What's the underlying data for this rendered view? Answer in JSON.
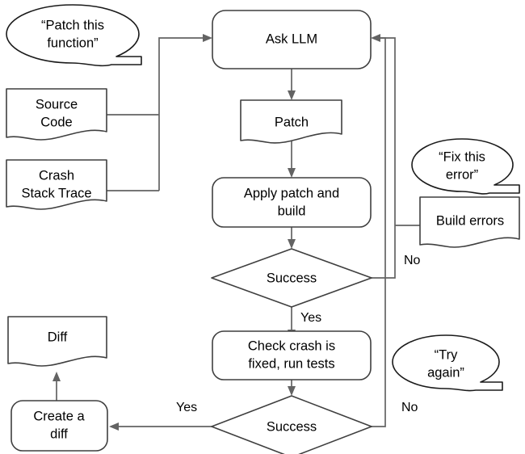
{
  "diagram": {
    "title": "LLM crash-fix patch loop flowchart",
    "colors": {
      "background": "#ffffff",
      "shape_stroke": "#3f3f3f",
      "bubble_stroke": "#1a1a1a",
      "connector_stroke": "#636363",
      "text": "#000000"
    },
    "bubbles": [
      {
        "id": "patch-this-function",
        "lines": [
          "“Patch this",
          "function”"
        ]
      },
      {
        "id": "fix-this-error",
        "lines": [
          "“Fix this",
          "error”"
        ]
      },
      {
        "id": "try-again",
        "lines": [
          "“Try",
          "again”"
        ]
      }
    ],
    "documents": [
      {
        "id": "source-code",
        "lines": [
          "Source",
          "Code"
        ]
      },
      {
        "id": "crash-stack-trace",
        "lines": [
          "Crash",
          "Stack Trace"
        ]
      },
      {
        "id": "patch",
        "lines": [
          "Patch"
        ]
      },
      {
        "id": "build-errors",
        "lines": [
          "Build errors"
        ]
      },
      {
        "id": "diff",
        "lines": [
          "Diff"
        ]
      }
    ],
    "processes": [
      {
        "id": "ask-llm",
        "lines": [
          "Ask LLM"
        ]
      },
      {
        "id": "apply-patch-and-build",
        "lines": [
          "Apply patch and",
          "build"
        ]
      },
      {
        "id": "check-crash-fixed",
        "lines": [
          "Check crash is",
          "fixed, run tests"
        ]
      },
      {
        "id": "create-a-diff",
        "lines": [
          "Create a",
          "diff"
        ]
      }
    ],
    "decisions": [
      {
        "id": "success-build",
        "label": "Success"
      },
      {
        "id": "success-tests",
        "label": "Success"
      }
    ],
    "edge_labels": [
      {
        "id": "no-build",
        "text": "No"
      },
      {
        "id": "yes-build",
        "text": "Yes"
      },
      {
        "id": "no-tests",
        "text": "No"
      },
      {
        "id": "yes-tests",
        "text": "Yes"
      }
    ]
  }
}
